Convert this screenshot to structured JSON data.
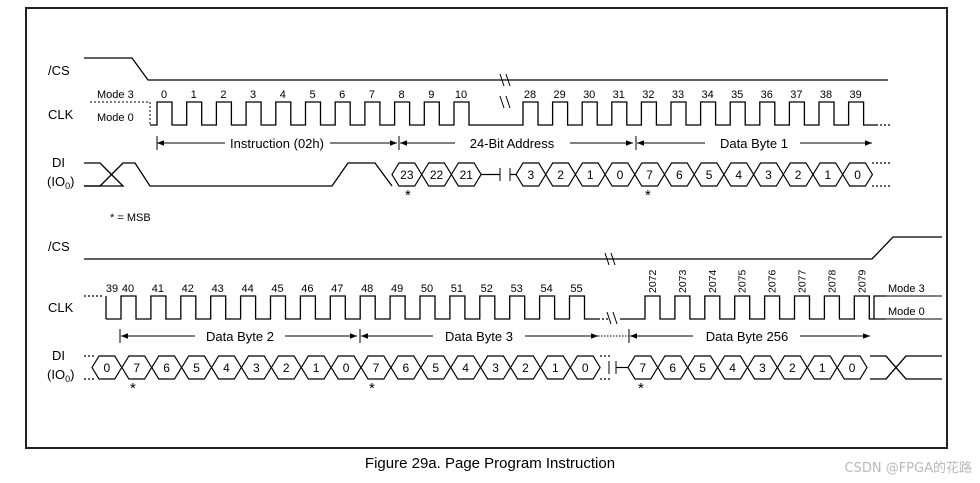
{
  "caption": "Figure 29a. Page Program Instruction",
  "watermark": "CSDN @FPGA的花路",
  "signals": {
    "cs": "/CS",
    "clk": "CLK",
    "di": "DI",
    "io": "(IO",
    "io_sub": "0",
    "io_close": ")"
  },
  "modes": {
    "mode3": "Mode 3",
    "mode0": "Mode 0"
  },
  "msb_legend": "* = MSB",
  "msb_star": "*",
  "top": {
    "clk_numbers": [
      "0",
      "1",
      "2",
      "3",
      "4",
      "5",
      "6",
      "7",
      "8",
      "9",
      "10",
      "28",
      "29",
      "30",
      "31",
      "32",
      "33",
      "34",
      "35",
      "36",
      "37",
      "38",
      "39"
    ],
    "spans": [
      {
        "label": "Instruction (02h)"
      },
      {
        "label": "24-Bit Address"
      },
      {
        "label": "Data Byte 1"
      }
    ],
    "di_values": [
      "23",
      "22",
      "21",
      "3",
      "2",
      "1",
      "0",
      "7",
      "6",
      "5",
      "4",
      "3",
      "2",
      "1",
      "0"
    ]
  },
  "bottom": {
    "clk_numbers": [
      "39",
      "40",
      "41",
      "42",
      "43",
      "44",
      "45",
      "46",
      "47",
      "48",
      "49",
      "50",
      "51",
      "52",
      "53",
      "54",
      "55"
    ],
    "clk_numbers_rotated": [
      "2072",
      "2073",
      "2074",
      "2075",
      "2076",
      "2077",
      "2078",
      "2079"
    ],
    "spans": [
      {
        "label": "Data Byte 2"
      },
      {
        "label": "Data Byte 3"
      },
      {
        "label": "Data Byte 256"
      }
    ],
    "di_values": [
      "0",
      "7",
      "6",
      "5",
      "4",
      "3",
      "2",
      "1",
      "0",
      "7",
      "6",
      "5",
      "4",
      "3",
      "2",
      "1",
      "0",
      "7",
      "6",
      "5",
      "4",
      "3",
      "2",
      "1",
      "0"
    ]
  }
}
